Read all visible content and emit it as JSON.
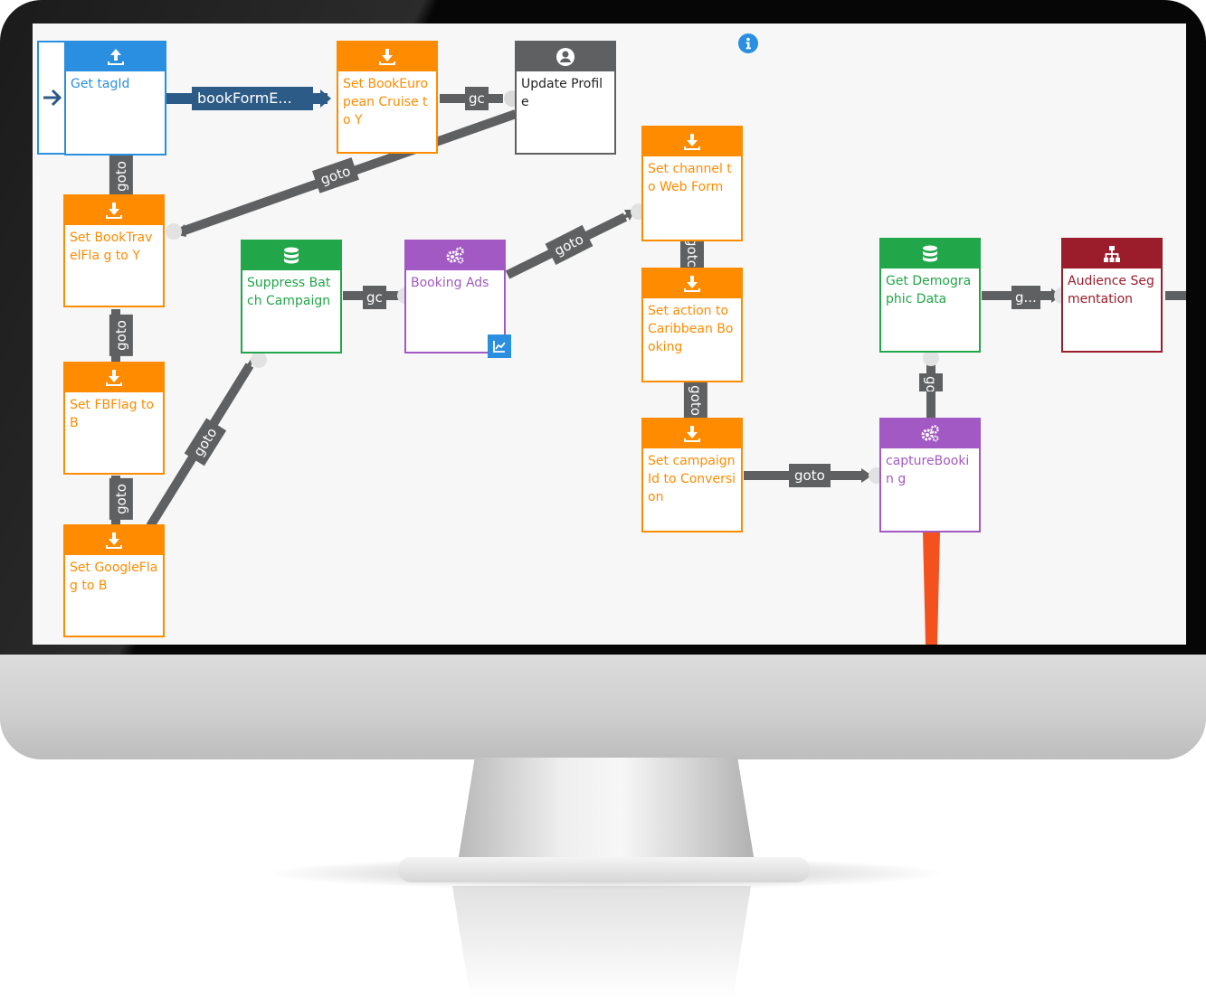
{
  "nodes": {
    "get_tagid": "Get tagId",
    "set_book_european": "Set BookEuropean Cruise to Y",
    "update_profile": "Update Profile",
    "set_book_travel": "Set BookTravelFla g to Y",
    "set_fbflag": "Set FBFlag to B",
    "set_googleflag": "Set GoogleFlag to B",
    "suppress_batch": "Suppress Batch Campaign",
    "booking_ads": "Booking Ads",
    "set_channel": "Set channel to Web Form",
    "set_action": "Set action to Caribbean Booking",
    "set_campaignid": "Set campaignId to Conversion",
    "get_demographic": "Get Demographic Data",
    "audience_segmentation": "Audience Segmentation",
    "capture_booking": "captureBookin g"
  },
  "edges": {
    "bookform": "bookFormE...",
    "goto": "goto",
    "goto_cut_a": "gc",
    "goto_cut_b": "gc",
    "goto_cut_c": "gotc",
    "goto_trunc": "g...",
    "goto_cut_d": "go"
  },
  "icons": {
    "upload": "upload-icon",
    "download": "download-icon",
    "user": "user-icon",
    "database": "database-icon",
    "gears": "gears-icon",
    "hierarchy": "hierarchy-icon",
    "info": "info-icon",
    "chart": "chart-icon",
    "arrow": "arrow-right-icon"
  },
  "colors": {
    "set_node": "#ff8b00",
    "entry_node": "#2a8fe0",
    "profile_node": "#5f6062",
    "data_node": "#21a649",
    "function_node": "#a259c4",
    "segment_node": "#9b1c2b",
    "bookform_edge": "#2c5b87",
    "active_edge": "#f3521f"
  }
}
